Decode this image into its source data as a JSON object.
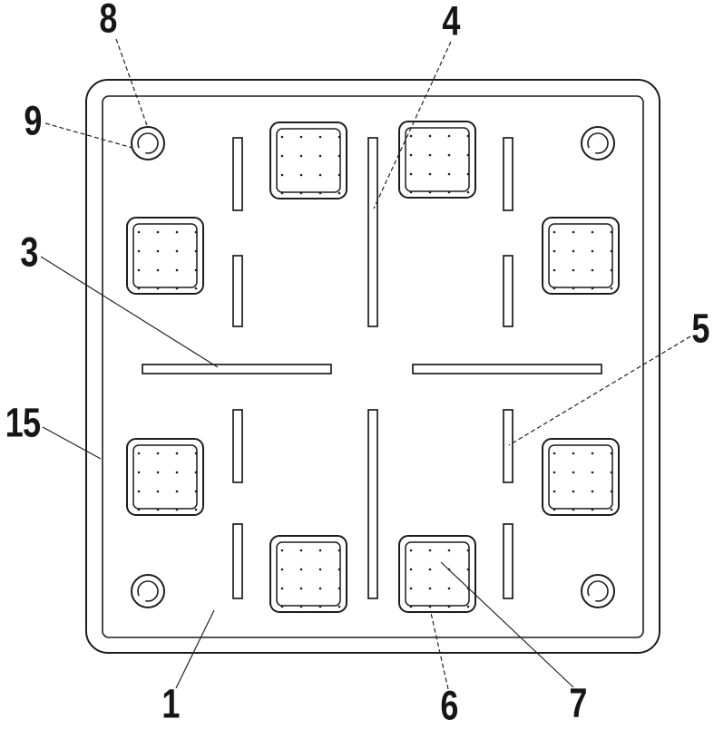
{
  "figure": {
    "type": "patent-technical-drawing",
    "description": "Top view of a square plate with rounded corners, four corner screw holes, eight dotted suction pads and slot openings",
    "line_color": "#1c1c1c",
    "background_color": "#ffffff"
  },
  "labels": {
    "ref1": "1",
    "ref3": "3",
    "ref4": "4",
    "ref5": "5",
    "ref6": "6",
    "ref7": "7",
    "ref8": "8",
    "ref9": "9",
    "ref15": "15"
  }
}
